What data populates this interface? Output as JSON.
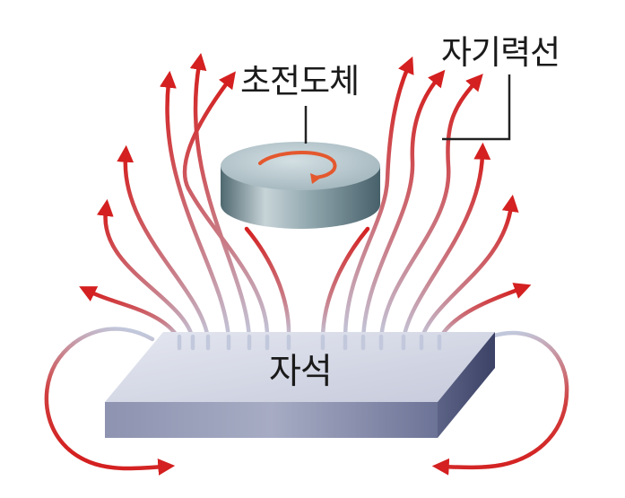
{
  "labels": {
    "superconductor": "초전도체",
    "magnetic_field_lines": "자기력선",
    "magnet": "자석"
  },
  "colors": {
    "field_line_start": "#c2c8dc",
    "field_line_end": "#d42020",
    "magnet_top": "#d7dbe8",
    "magnet_front": "#6c7396",
    "disc_top": "#b7c7ce",
    "disc_side": "#5f767f",
    "rotation_arrow": "#e4582e"
  },
  "icons": {
    "rotation": "curved-rotation-arrow-icon",
    "field_arrowhead": "arrowhead-icon"
  }
}
